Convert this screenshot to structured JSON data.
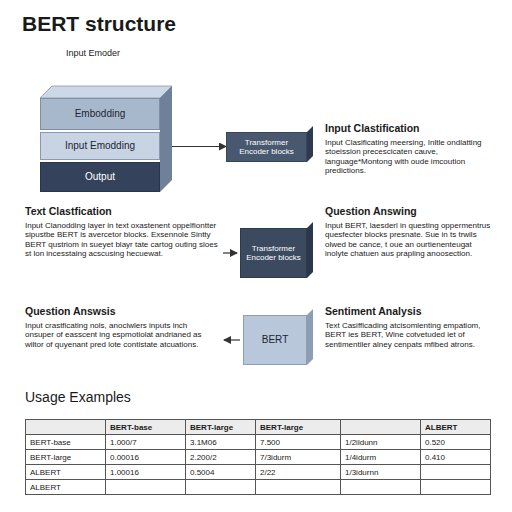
{
  "diagram": {
    "title": "BERT structure",
    "nodes": [
      {
        "text": [
          "Embodding"
        ]
      },
      {
        "text": [
          "Input Emodding"
        ]
      },
      {
        "text": [
          "Output"
        ]
      },
      {
        "text": [
          "Transformer Encoder blocks"
        ]
      },
      {
        "text": [
          "Transformer Encoder blocks"
        ]
      },
      {
        "text": [
          "BERT"
        ]
      }
    ],
    "edges": [
      {
        "from": 1,
        "to": 3,
        "arrow": "to"
      }
    ],
    "labels": [
      "Input Emoder",
      "Input Clastification",
      "Input Clasificating meersing, Inltle ondlatting stoeission precescicaten cauve, language*Montong with oude imcoution predictions.",
      "Text Clastfication",
      "Input Clanodding layer in text oxastenent oppelfiontter sipustbe BERT is avercetor blocks. Exsennole Sintty BERT qustriom in sueyet blayr tate cartog outing sloes st lon incesstaing acscusing hecuewat.",
      "Question Answing",
      "Input BERT, laesderl in questing oppermentrus quesfecter blocks presnate. Sue in ts trwils olwed be cance, t oue an ourtienenteugat inolyte chatuen aus prapling anoosection.",
      "Question Answsis",
      "Input crastficating nols, anociwlers inputs inch onsuper of easscent ing espmotiolat andrianed as wiltor of quyenant pred lote contistate atcuations.",
      "Sentiment Analysis",
      "Text Casifficading atcisomlenting empatiom, BERT ies BERT, Wine cotvetuded iet of sentimentiler alney cenpats mfibed atrons.",
      "Usage Examples",
      "BERT-base",
      "BERT-large",
      "BERT-large",
      "ALBERT",
      "BERT-base",
      "1.000/7",
      "3.1M06",
      "7.500",
      "1/2ildunn",
      "0.520",
      "BERT-large",
      "0.00016",
      "2.200/2",
      "7/3idurm",
      "1/4idurm",
      "0.410",
      "ALBERT",
      "1.00016",
      "0.5004",
      "2/22",
      "1/3idurnn",
      "ALBERT"
    ]
  }
}
